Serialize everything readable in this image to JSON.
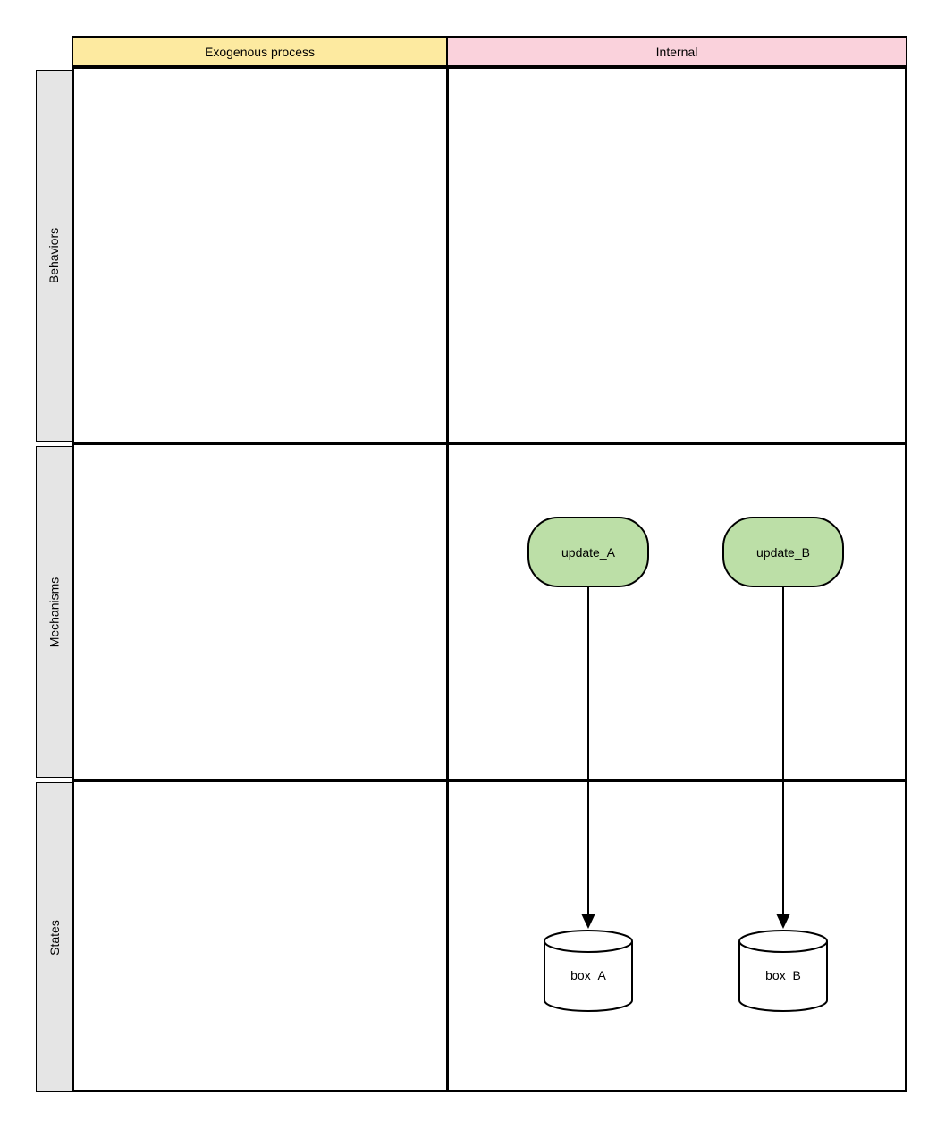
{
  "matrix": {
    "column_headers": [
      {
        "id": "exogenous",
        "label": "Exogenous process"
      },
      {
        "id": "internal",
        "label": "Internal"
      }
    ],
    "row_headers": [
      {
        "id": "behaviors",
        "label": "Behaviors"
      },
      {
        "id": "mechanisms",
        "label": "Mechanisms"
      },
      {
        "id": "states",
        "label": "States"
      }
    ]
  },
  "nodes": {
    "processes": [
      {
        "label": "update_A",
        "row": "Mechanisms",
        "column": "Internal",
        "shape": "rounded-rectangle"
      },
      {
        "label": "update_B",
        "row": "Mechanisms",
        "column": "Internal",
        "shape": "rounded-rectangle"
      }
    ],
    "datastores": [
      {
        "label": "box_A",
        "row": "States",
        "column": "Internal",
        "shape": "cylinder"
      },
      {
        "label": "box_B",
        "row": "States",
        "column": "Internal",
        "shape": "cylinder"
      }
    ]
  },
  "edges": [
    {
      "from": "update_A",
      "to": "box_A",
      "direction": "down"
    },
    {
      "from": "update_B",
      "to": "box_B",
      "direction": "down"
    }
  ],
  "colors": {
    "header_yellow": "#fdeaa0",
    "header_pink": "#fad2dc",
    "row_label_gray": "#e5e5e5",
    "process_green": "#bcdfa7",
    "stroke_black": "#000000",
    "datastore_white": "#ffffff"
  }
}
